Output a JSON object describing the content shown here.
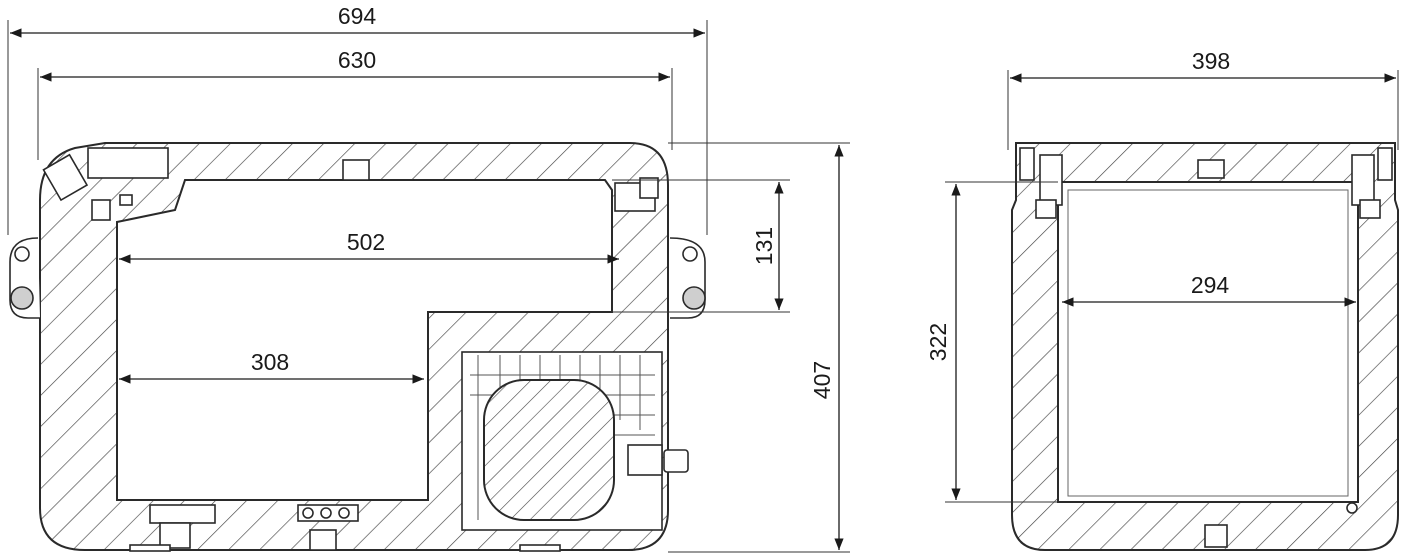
{
  "side_view": {
    "overall_length": "694",
    "body_length": "630",
    "upper_compartment_length": "502",
    "lower_compartment_length": "308",
    "step_height": "131",
    "overall_height": "407"
  },
  "end_view": {
    "overall_width": "398",
    "inner_width": "294",
    "inner_height": "322"
  }
}
